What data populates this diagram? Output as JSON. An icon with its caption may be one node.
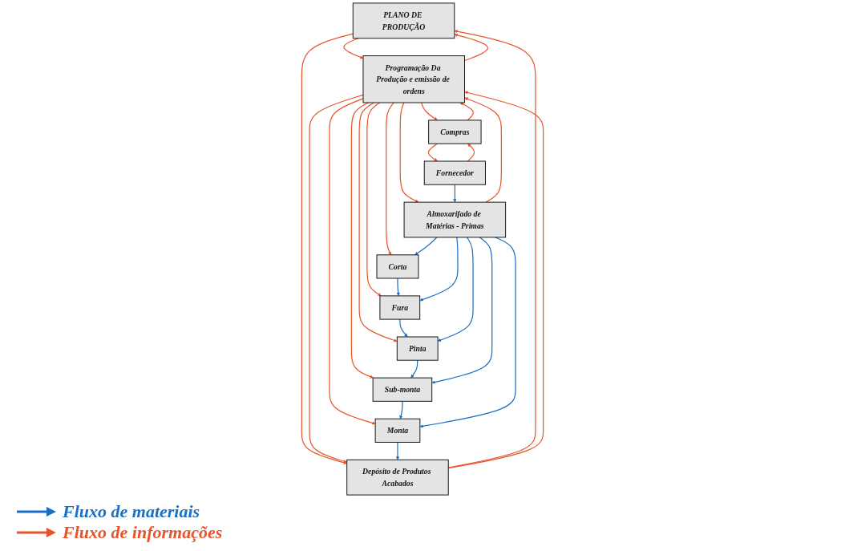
{
  "diagram": {
    "nodes": [
      {
        "text": [
          "PLANO DE PRODUÇÃO"
        ]
      },
      {
        "text": [
          "Programação Da Produção e emissão de ordens"
        ]
      },
      {
        "text": [
          "Compras"
        ]
      },
      {
        "text": [
          "Corta"
        ]
      },
      {
        "text": [
          "Fura"
        ]
      },
      {
        "text": [
          "Pinta"
        ]
      },
      {
        "text": [
          "Sub-monta"
        ]
      },
      {
        "text": [
          "Monta"
        ]
      },
      {
        "text": [
          "Depósito de Produtos Acabados"
        ]
      },
      {
        "text": [
          "Fornecedor"
        ]
      },
      {
        "text": [
          "Almoxarifado de Matérias - Primas"
        ]
      }
    ],
    "edges": [
      {
        "from": 0,
        "to": 1,
        "arrow": "to"
      },
      {
        "from": 1,
        "to": 0,
        "arrow": "to"
      },
      {
        "from": 8,
        "to": 0,
        "arrow": "to"
      },
      {
        "from": 0,
        "to": 8,
        "arrow": "to"
      },
      {
        "from": 2,
        "to": 1,
        "arrow": "to"
      },
      {
        "from": 1,
        "to": 2,
        "arrow": "to"
      },
      {
        "from": 1,
        "to": 8,
        "arrow": "to"
      },
      {
        "from": 8,
        "to": 1,
        "arrow": "to"
      },
      {
        "from": 1,
        "to": 3,
        "arrow": "to"
      },
      {
        "from": 1,
        "to": 4,
        "arrow": "to"
      },
      {
        "from": 1,
        "to": 5,
        "arrow": "to"
      },
      {
        "from": 1,
        "to": 6,
        "arrow": "to"
      },
      {
        "from": 1,
        "to": 7,
        "arrow": "to"
      },
      {
        "from": 3,
        "to": 4,
        "arrow": "to",
        "color": "#1a6fc4"
      },
      {
        "from": 4,
        "to": 5,
        "arrow": "to",
        "color": "#1a6fc4"
      },
      {
        "from": 5,
        "to": 6,
        "arrow": "to",
        "color": "#1a6fc4"
      },
      {
        "from": 6,
        "to": 7,
        "arrow": "to",
        "color": "#1a6fc4"
      },
      {
        "from": 7,
        "to": 8,
        "arrow": "to",
        "color": "#1a6fc4"
      },
      {
        "from": 10,
        "to": 3,
        "arrow": "to",
        "color": "#1a6fc4"
      },
      {
        "from": 10,
        "to": 4,
        "arrow": "to",
        "color": "#1a6fc4"
      },
      {
        "from": 10,
        "to": 5,
        "arrow": "to",
        "color": "#1a6fc4"
      },
      {
        "from": 10,
        "to": 6,
        "arrow": "to",
        "color": "#1a6fc4"
      },
      {
        "from": 10,
        "to": 7,
        "arrow": "to",
        "color": "#1a6fc4"
      },
      {
        "from": 9,
        "to": 2,
        "arrow": "to"
      },
      {
        "from": 2,
        "to": 9,
        "arrow": "to"
      },
      {
        "from": 1,
        "to": 10,
        "arrow": "to"
      },
      {
        "from": 10,
        "to": 1,
        "arrow": "to"
      },
      {
        "from": 9,
        "to": 10,
        "arrow": "to",
        "color": "#1a6fc4"
      }
    ],
    "legend": [
      {
        "text": "Fluxo de materiais"
      },
      {
        "text": "Fluxo de informações"
      }
    ]
  }
}
